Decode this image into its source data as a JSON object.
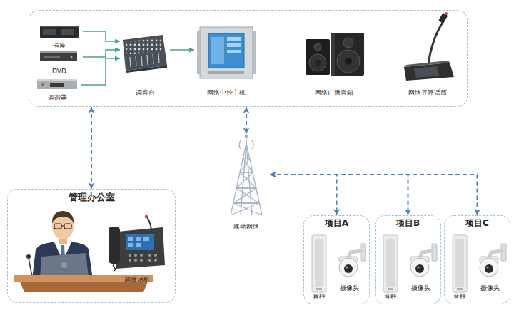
{
  "diagram": {
    "nodes": [
      {
        "text": []
      },
      {
        "text": [
          "卡座"
        ],
        "in": 0
      },
      {
        "text": [
          "DVD"
        ],
        "in": 0
      },
      {
        "text": [
          "调谐器"
        ],
        "in": 0
      },
      {
        "text": [
          "调音台"
        ],
        "in": 0
      },
      {
        "text": [
          "网络中控主机"
        ],
        "in": 0
      },
      {
        "text": [
          "网络广播音箱"
        ],
        "in": 0
      },
      {
        "text": [
          "网络寻呼话筒"
        ],
        "in": 0
      },
      {
        "text": [
          "管理办公室"
        ]
      },
      {
        "text": [
          "调度话机"
        ],
        "in": 8
      },
      {
        "text": [
          "移动网络"
        ]
      },
      {
        "text": [
          "项目A"
        ]
      },
      {
        "text": [
          "音柱"
        ],
        "in": 11
      },
      {
        "text": [
          "摄像头"
        ],
        "in": 11
      },
      {
        "text": [
          "项目B"
        ]
      },
      {
        "text": [
          "音柱"
        ],
        "in": 14
      },
      {
        "text": [
          "摄像头"
        ],
        "in": 14
      },
      {
        "text": [
          "项目C"
        ]
      },
      {
        "text": [
          "音柱"
        ],
        "in": 17
      },
      {
        "text": [
          "摄像头"
        ],
        "in": 17
      }
    ],
    "edges": [
      {
        "from": 1,
        "to": 4,
        "arrow": "to"
      },
      {
        "from": 2,
        "to": 4,
        "arrow": "to"
      },
      {
        "from": 3,
        "to": 4,
        "arrow": "to"
      },
      {
        "from": 4,
        "to": 5,
        "arrow": "to"
      },
      {
        "from": 0,
        "to": 8,
        "arrow": "both"
      },
      {
        "from": 0,
        "to": 10,
        "arrow": "both"
      },
      {
        "from": 10,
        "to": 11,
        "arrow": "both"
      },
      {
        "from": 10,
        "to": 14,
        "arrow": "both"
      },
      {
        "from": 10,
        "to": 17,
        "arrow": "both"
      }
    ]
  }
}
